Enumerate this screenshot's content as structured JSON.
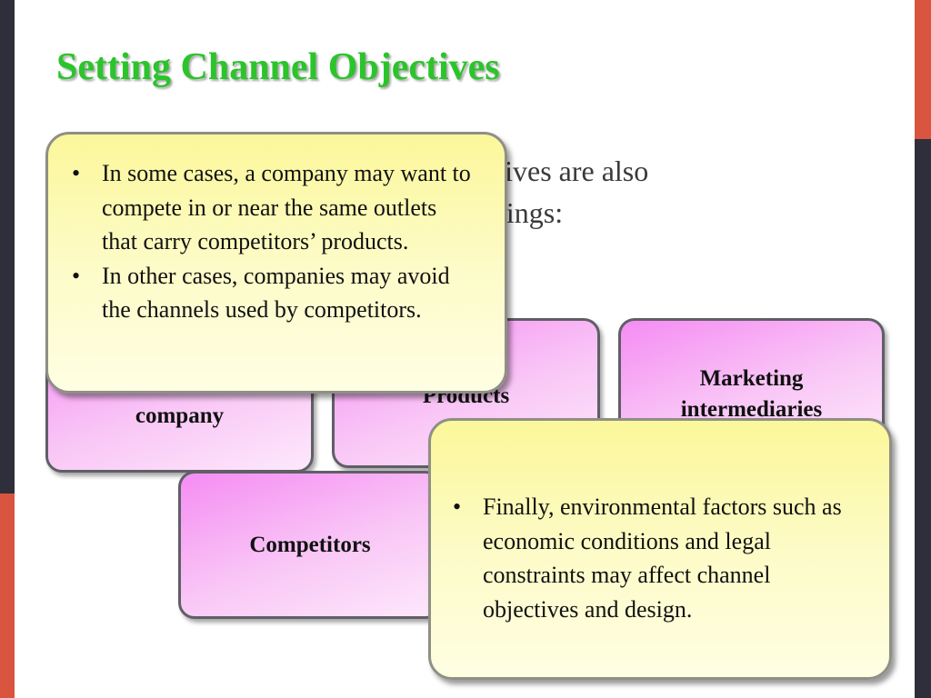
{
  "slide": {
    "title": "Setting Channel Objectives",
    "body_lines": [
      "ctives are also",
      "things:"
    ]
  },
  "factors": {
    "company_label": "company",
    "products_label": "Products",
    "intermediaries_label": "Marketing intermediaries",
    "competitors_label": "Competitors"
  },
  "callout_competitors": {
    "bullets": [
      "In some cases, a company may want to compete in or near the same outlets that carry competitors’ products.",
      "In other cases, companies may avoid the channels used by competitors."
    ]
  },
  "callout_environment": {
    "bullets": [
      "Finally, environmental factors such as economic conditions and legal constraints may affect channel objectives and design."
    ]
  },
  "bullet_glyph": "•",
  "colors": {
    "title_green": "#2bc42b",
    "accent_red": "#d9553f",
    "sidebar_dark": "#2e2f3a",
    "box_pink": "#f9c7f6",
    "box_yellow": "#fdfbc6"
  }
}
